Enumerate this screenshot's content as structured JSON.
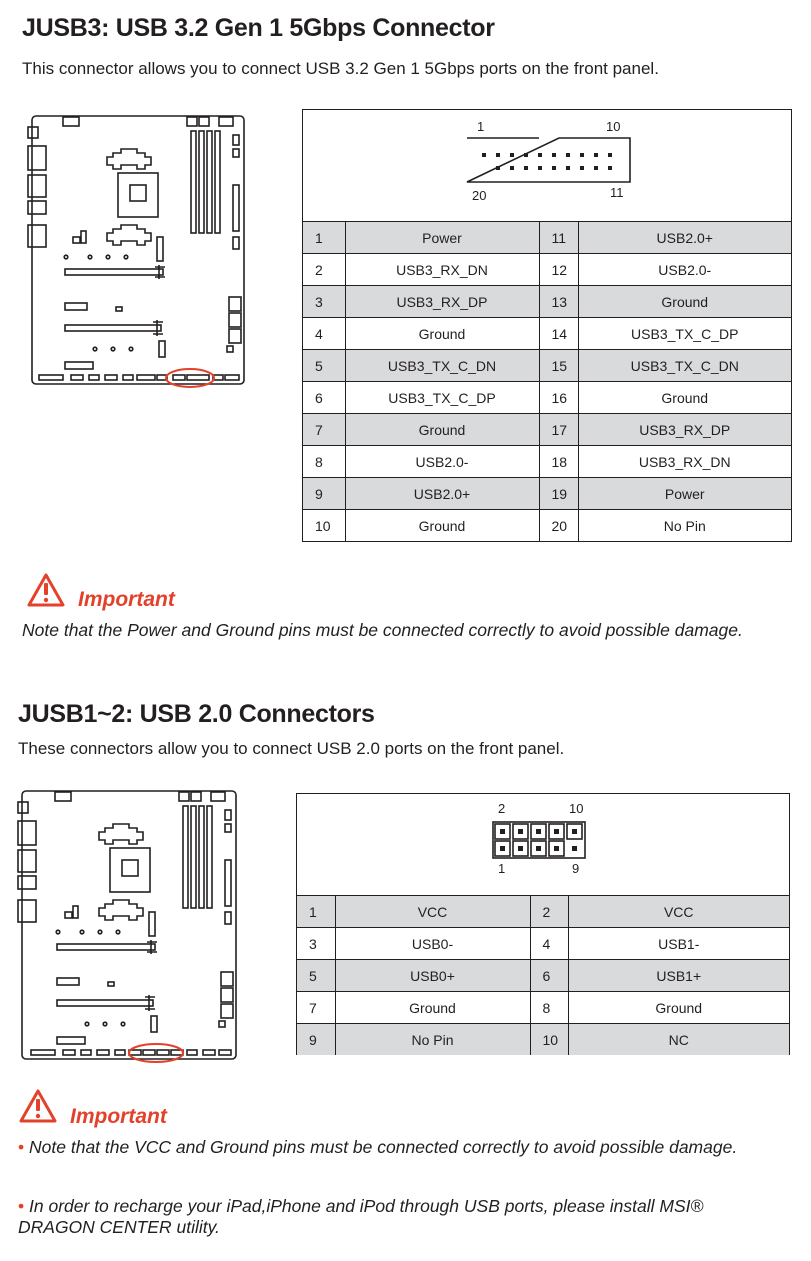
{
  "jusb3": {
    "title": "JUSB3: USB 3.2 Gen 1 5Gbps Connector",
    "description": "This connector allows you to connect USB 3.2 Gen 1 5Gbps ports on the front panel.",
    "header_labels": {
      "top_left": "1",
      "top_right": "10",
      "bottom_left": "20",
      "bottom_right": "11"
    },
    "pins": [
      [
        "1",
        "Power",
        "11",
        "USB2.0+"
      ],
      [
        "2",
        "USB3_RX_DN",
        "12",
        "USB2.0-"
      ],
      [
        "3",
        "USB3_RX_DP",
        "13",
        "Ground"
      ],
      [
        "4",
        "Ground",
        "14",
        "USB3_TX_C_DP"
      ],
      [
        "5",
        "USB3_TX_C_DN",
        "15",
        "USB3_TX_C_DN"
      ],
      [
        "6",
        "USB3_TX_C_DP",
        "16",
        "Ground"
      ],
      [
        "7",
        "Ground",
        "17",
        "USB3_RX_DP"
      ],
      [
        "8",
        "USB2.0-",
        "18",
        "USB3_RX_DN"
      ],
      [
        "9",
        "USB2.0+",
        "19",
        "Power"
      ],
      [
        "10",
        "Ground",
        "20",
        "No Pin"
      ]
    ],
    "important_label": "Important",
    "important_note": "Note that the Power and Ground pins must be connected correctly to avoid possible damage."
  },
  "jusb12": {
    "title": "JUSB1~2: USB 2.0 Connectors",
    "description": "These connectors allow you to connect USB 2.0 ports on the front panel.",
    "header_labels": {
      "top_left": "2",
      "top_right": "10",
      "bottom_left": "1",
      "bottom_right": "9"
    },
    "pins": [
      [
        "1",
        "VCC",
        "2",
        "VCC"
      ],
      [
        "3",
        "USB0-",
        "4",
        "USB1-"
      ],
      [
        "5",
        "USB0+",
        "6",
        "USB1+"
      ],
      [
        "7",
        "Ground",
        "8",
        "Ground"
      ],
      [
        "9",
        "No Pin",
        "10",
        "NC"
      ]
    ],
    "important_label": "Important",
    "important_notes": [
      "Note that the VCC and Ground pins must be connected correctly to avoid possible damage.",
      "In order to recharge your iPad,iPhone and iPod through USB ports, please install MSI® DRAGON CENTER utility."
    ]
  },
  "colors": {
    "accent_red": "#e4412b",
    "row_shade": "#d9dadb",
    "text": "#231f20"
  },
  "icons": {
    "warning": "warning-triangle-icon",
    "motherboard": "motherboard-diagram-icon"
  }
}
